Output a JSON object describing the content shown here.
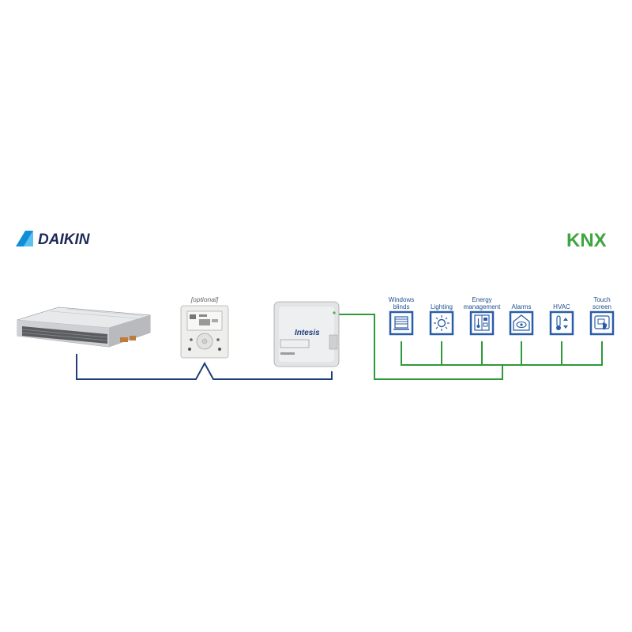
{
  "logos": {
    "daikin": "DAIKIN",
    "knx": "KNX"
  },
  "remote": {
    "optional_label": "[optional]"
  },
  "gateway": {
    "brand": "Intesis"
  },
  "knx_devices": [
    {
      "line1": "Windows",
      "line2": "blinds",
      "icon": "window-blinds-icon"
    },
    {
      "line1": "",
      "line2": "Lighting",
      "icon": "lighting-icon"
    },
    {
      "line1": "Energy",
      "line2": "management",
      "icon": "energy-management-icon"
    },
    {
      "line1": "",
      "line2": "Alarms",
      "icon": "alarm-icon"
    },
    {
      "line1": "",
      "line2": "HVAC",
      "icon": "hvac-icon"
    },
    {
      "line1": "Touch",
      "line2": "screen",
      "icon": "touch-screen-icon"
    }
  ],
  "colors": {
    "daikin_blue": "#0f8fd8",
    "knx_green": "#3fa53f",
    "knx_text": "#4a4a4a",
    "ac_wire": "#1e3f7a",
    "knx_wire": "#2f9a3a",
    "icon_blue": "#2a5da8"
  }
}
